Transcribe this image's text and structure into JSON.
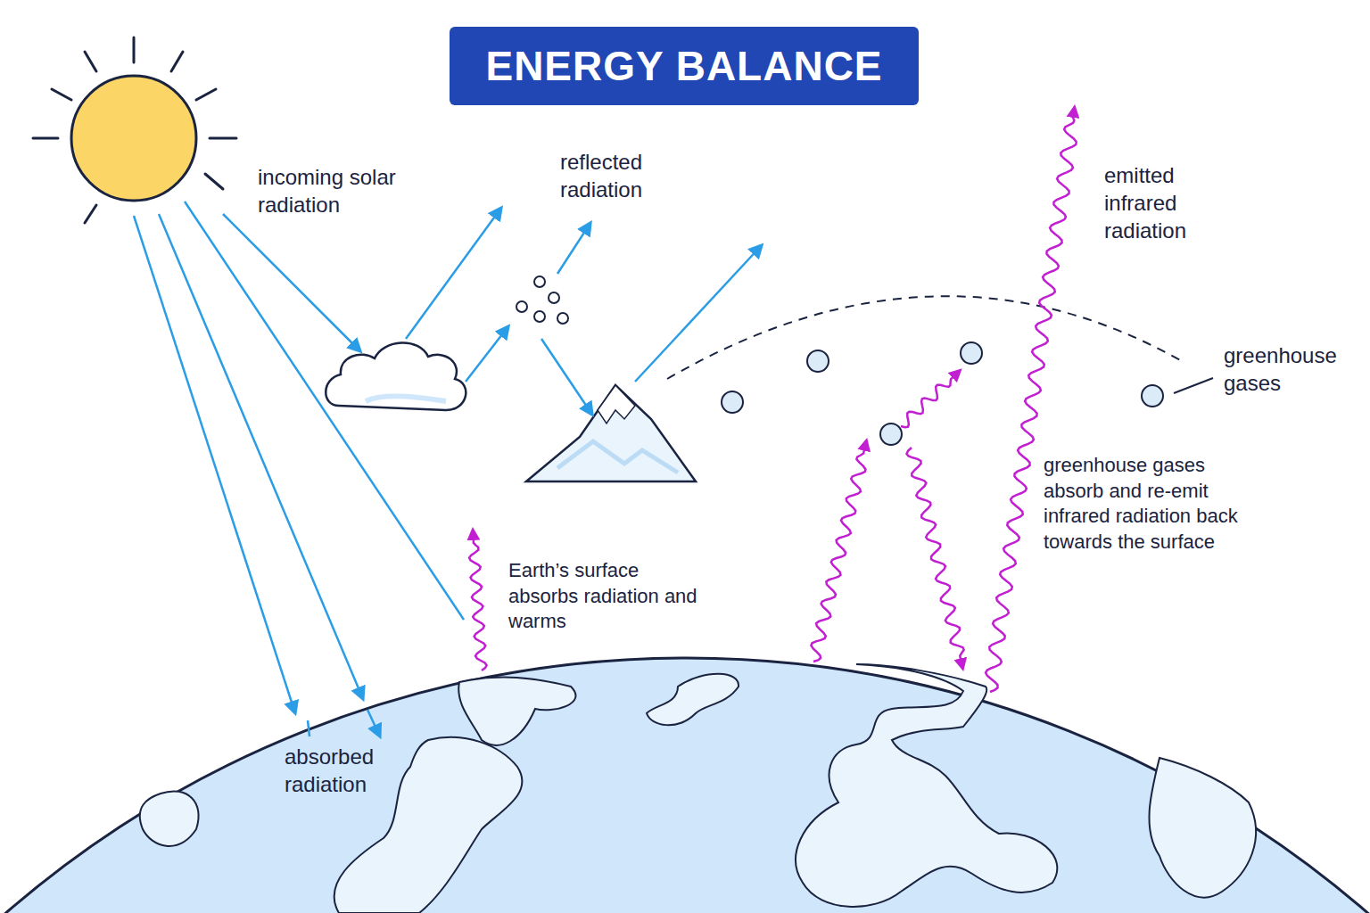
{
  "diagram": {
    "title": "ENERGY BALANCE",
    "labels": [
      "incoming solar radiation",
      "reflected radiation",
      "emitted infrared radiation",
      "greenhouse gases",
      "Earth’s surface absorbs radiation and warms",
      "greenhouse gases absorb and re-emit infrared radiation back towards the surface",
      "absorbed radiation"
    ]
  }
}
